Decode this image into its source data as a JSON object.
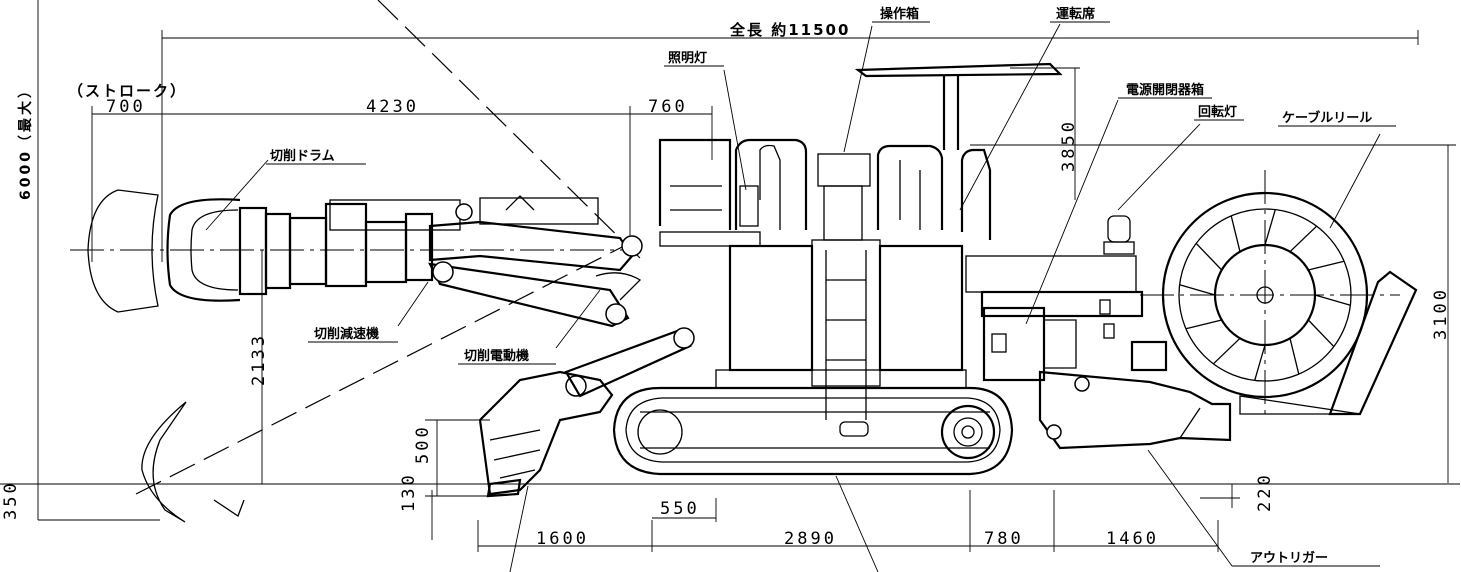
{
  "labels": {
    "overall_length": "全長  約11500",
    "operation_box": "操作箱",
    "driver_seat": "運転席",
    "work_light": "照明灯",
    "power_switch_box": "電源開閉器箱",
    "rotating_lamp": "回転灯",
    "cable_reel": "ケーブルリール",
    "cutting_drum": "切削ドラム",
    "cutting_reducer": "切削減速機",
    "cutting_motor": "切削電動機",
    "stroke": "（ストローク）",
    "max_height": "6000（最大）",
    "outrigger": "アウトリガー"
  },
  "dimensions": {
    "stroke_700": "700",
    "d_4230": "4230",
    "d_760": "760",
    "d_3850": "3850",
    "d_3100": "3100",
    "d_2133": "2133",
    "d_500": "500",
    "d_350": "350",
    "d_130": "130",
    "d_550": "550",
    "d_220": "220",
    "d_1600": "1600",
    "d_2890": "2890",
    "d_780": "780",
    "d_1460": "1460"
  }
}
